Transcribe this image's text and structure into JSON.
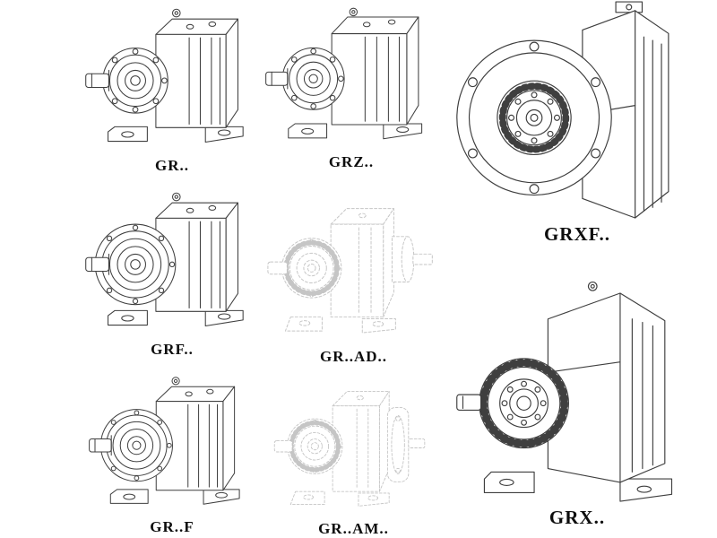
{
  "page": {
    "background": "#ffffff",
    "line_color": "#3f3f3f",
    "faint_line_color": "#c5c5c5",
    "label_color": "#0d0d0d"
  },
  "catalog": {
    "columns": [
      {
        "items": [
          {
            "label": "GR.."
          },
          {
            "label": "GRF.."
          },
          {
            "label": "GR..F"
          }
        ]
      },
      {
        "items": [
          {
            "label": "GRZ.."
          },
          {
            "label": "GR..AD.."
          },
          {
            "label": "GR..AM.."
          }
        ]
      },
      {
        "items": [
          {
            "label": "GRXF.."
          },
          {
            "label": "GRX.."
          }
        ]
      }
    ]
  }
}
